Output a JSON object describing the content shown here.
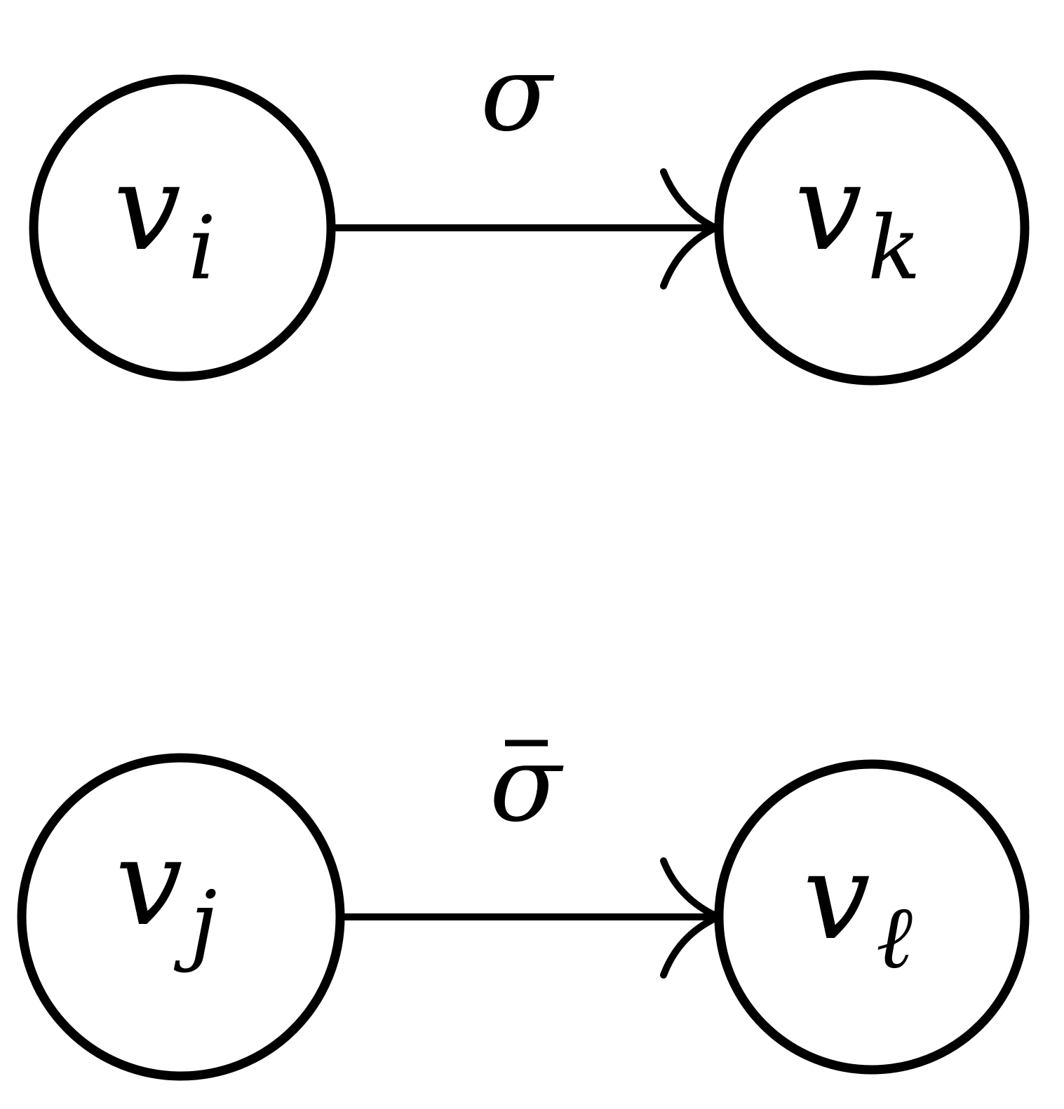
{
  "diagram": {
    "nodes": [
      {
        "id": "vi",
        "symbol": "v",
        "subscript": "i"
      },
      {
        "id": "vk",
        "symbol": "v",
        "subscript": "k"
      },
      {
        "id": "vj",
        "symbol": "v",
        "subscript": "j"
      },
      {
        "id": "vl",
        "symbol": "v",
        "subscript": "ℓ"
      }
    ],
    "edges": [
      {
        "from": "vi",
        "to": "vk",
        "label": "σ"
      },
      {
        "from": "vj",
        "to": "vl",
        "label": "σ",
        "label_overbar": true
      }
    ]
  }
}
